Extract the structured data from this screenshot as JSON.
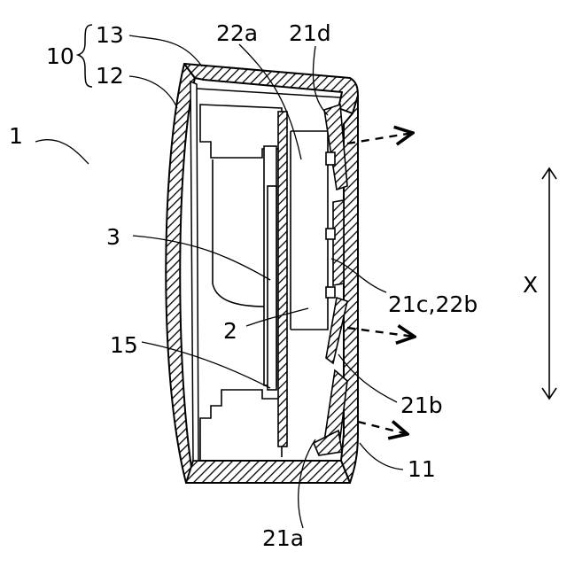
{
  "labels": {
    "ref_1": "1",
    "ref_10": "10",
    "ref_13": "13",
    "ref_12": "12",
    "ref_22a": "22a",
    "ref_21d": "21d",
    "ref_3": "3",
    "ref_2": "2",
    "ref_15": "15",
    "ref_21c_22b": "21c,22b",
    "ref_21b": "21b",
    "ref_11": "11",
    "ref_21a": "21a",
    "ref_x": "X"
  },
  "colors": {
    "line": "#000000",
    "background": "#ffffff"
  }
}
